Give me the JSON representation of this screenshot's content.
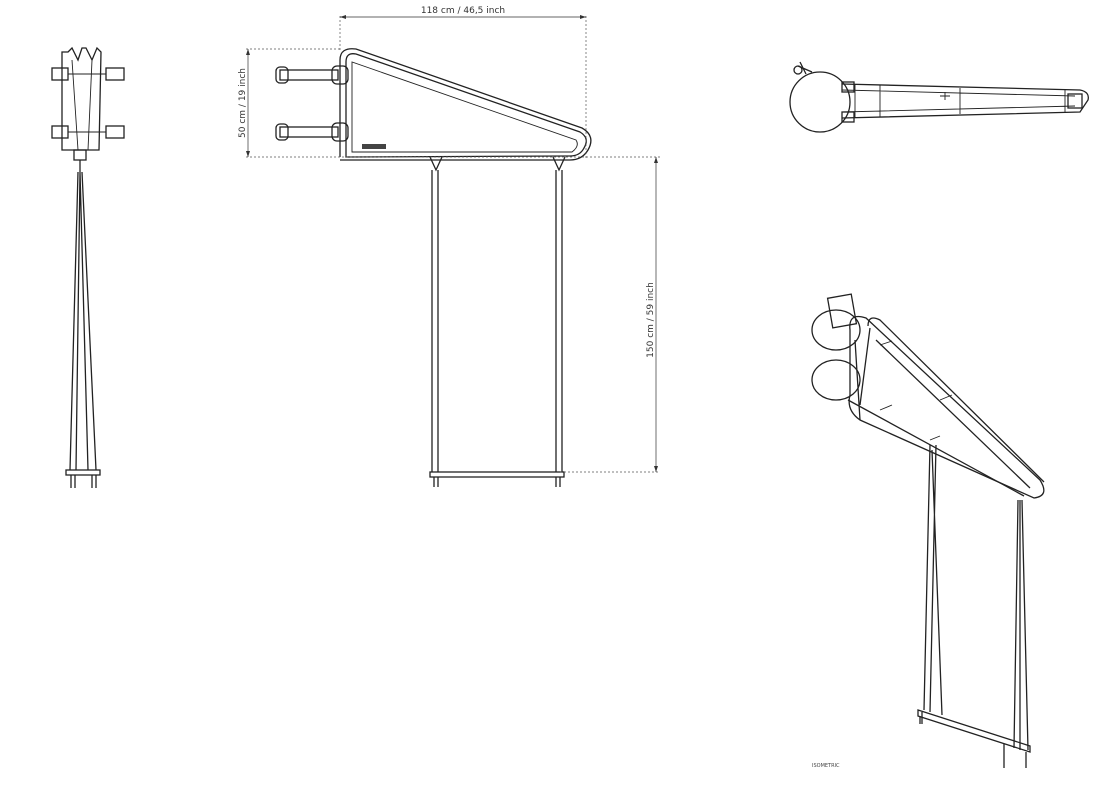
{
  "dimensions": {
    "width_label": "118 cm / 46,5 inch",
    "height_label": "50 cm / 19 inch",
    "drop_label": "150 cm / 59 inch"
  },
  "views": {
    "isometric_label": "ISOMETRIC"
  }
}
